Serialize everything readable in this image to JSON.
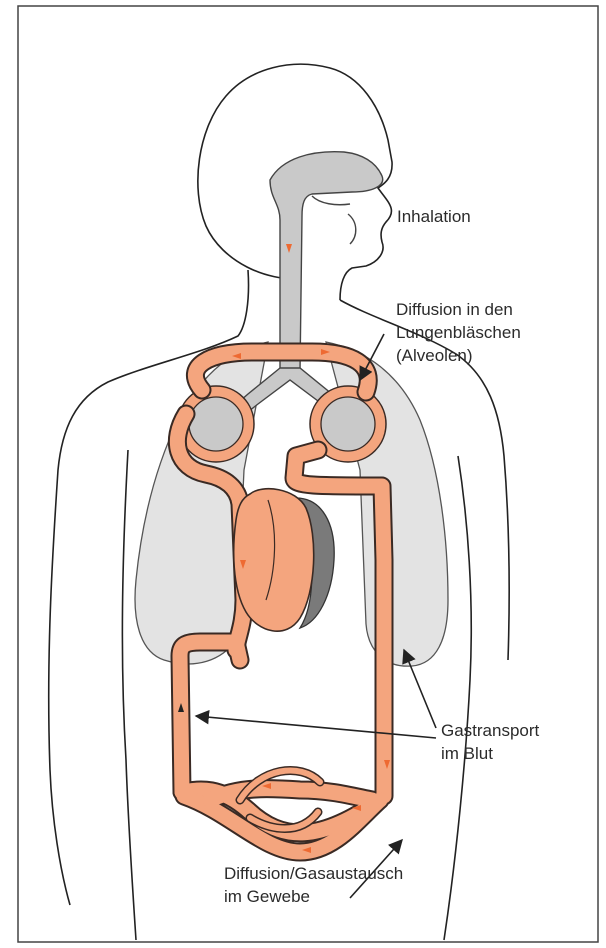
{
  "labels": {
    "inhalation": "Inhalation",
    "alveoli": [
      "Diffusion in den",
      "Lungenbläschen",
      "(Alveolen)"
    ],
    "transport": [
      "Gastransport",
      "im Blut"
    ],
    "tissue": [
      "Diffusion/Gasaustausch",
      "im Gewebe"
    ]
  },
  "colors": {
    "blood": "#f4a57e",
    "vessel_outline": "#3a2a24",
    "flow_arrow": "#ee6a32",
    "airway": "#c8c8c8",
    "lung": "#e2e2e2",
    "outline": "#222222",
    "frame": "#444444"
  }
}
